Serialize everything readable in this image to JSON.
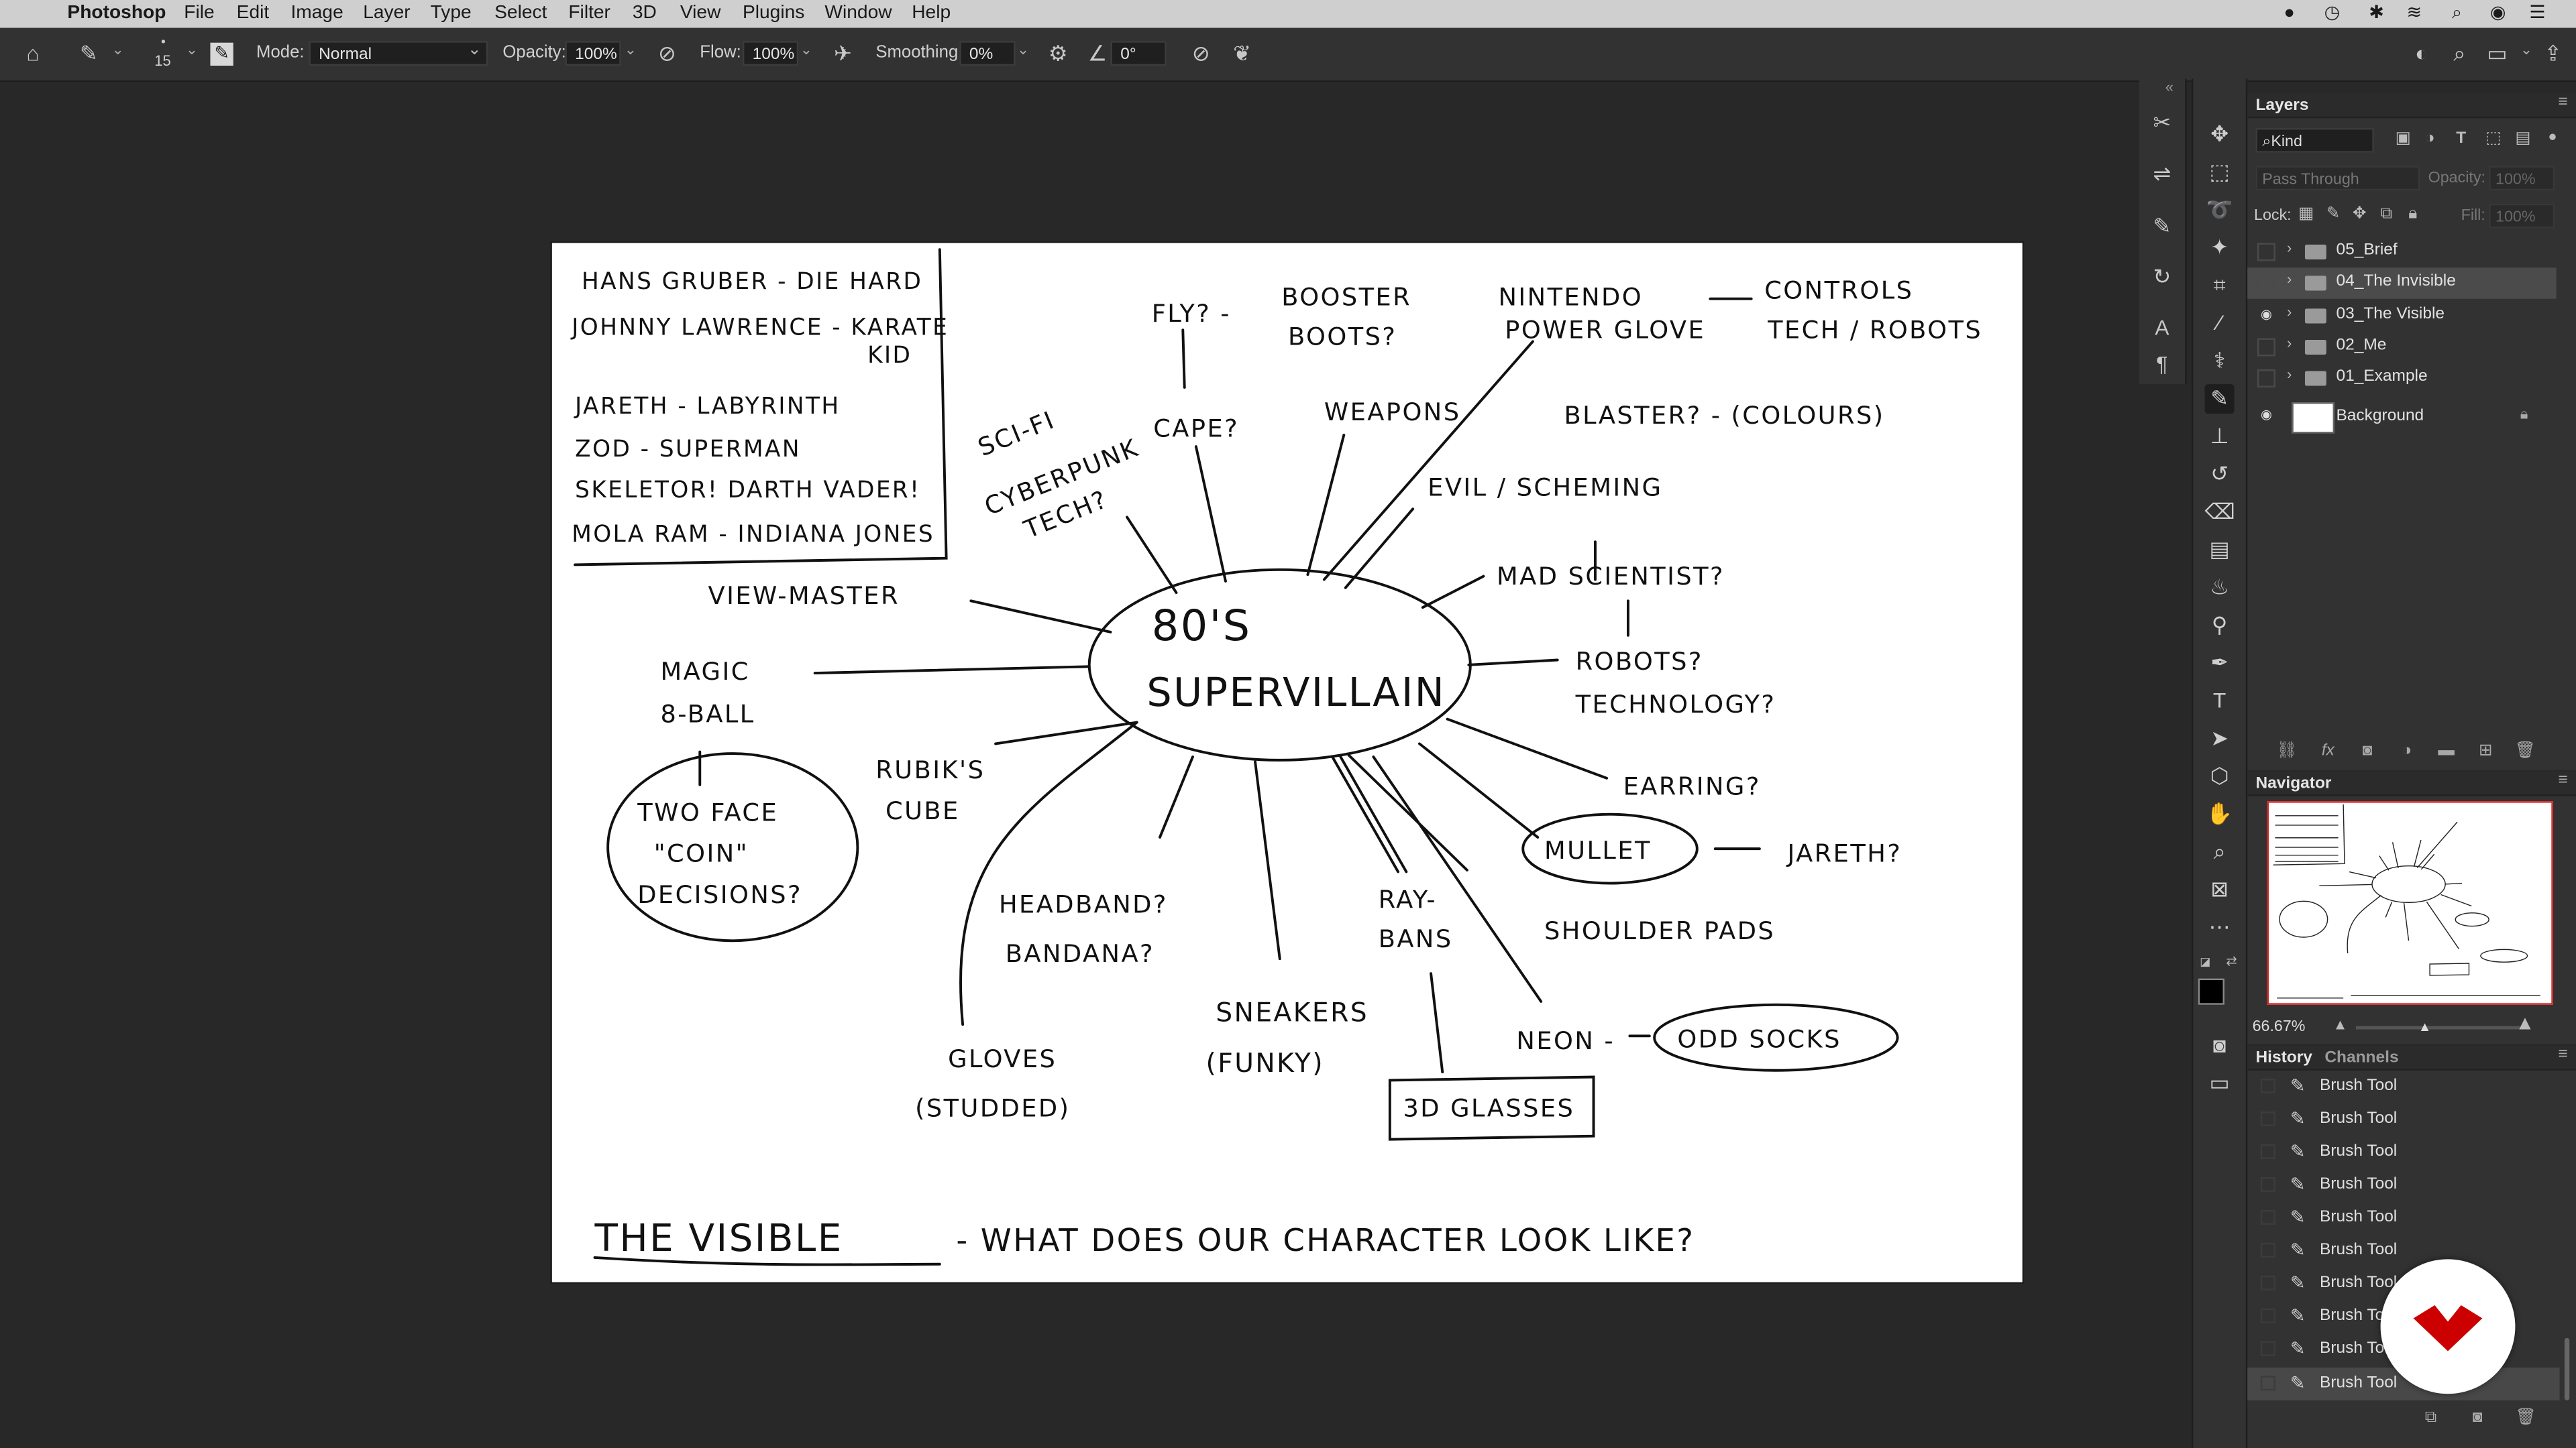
{
  "menubar": {
    "app": "Photoshop",
    "items": [
      "File",
      "Edit",
      "Image",
      "Layer",
      "Type",
      "Select",
      "Filter",
      "3D",
      "View",
      "Plugins",
      "Window",
      "Help"
    ]
  },
  "options": {
    "brush_size": "15",
    "mode_label": "Mode:",
    "mode_value": "Normal",
    "opacity_label": "Opacity:",
    "opacity_value": "100%",
    "flow_label": "Flow:",
    "flow_value": "100%",
    "smoothing_label": "Smoothing:",
    "smoothing_value": "0%",
    "angle_value": "0°"
  },
  "layers_panel": {
    "title": "Layers",
    "kind_label": "Kind",
    "blend_mode": "Pass Through",
    "opacity_label": "Opacity:",
    "opacity_value": "100%",
    "lock_label": "Lock:",
    "fill_label": "Fill:",
    "fill_value": "100%",
    "layers": [
      {
        "name": "05_Brief",
        "type": "group",
        "visible": false,
        "selected": false
      },
      {
        "name": "04_The Invisible",
        "type": "group",
        "visible": false,
        "selected": true
      },
      {
        "name": "03_The Visible",
        "type": "group",
        "visible": true,
        "selected": false
      },
      {
        "name": "02_Me",
        "type": "group",
        "visible": false,
        "selected": false
      },
      {
        "name": "01_Example",
        "type": "group",
        "visible": false,
        "selected": false
      },
      {
        "name": "Background",
        "type": "background",
        "visible": true,
        "selected": false
      }
    ]
  },
  "navigator": {
    "title": "Navigator",
    "zoom": "66.67%"
  },
  "history_panel": {
    "tab_history": "History",
    "tab_channels": "Channels",
    "steps": [
      "Brush Tool",
      "Brush Tool",
      "Brush Tool",
      "Brush Tool",
      "Brush Tool",
      "Brush Tool",
      "Brush Tool",
      "Brush Tool",
      "Brush Tool",
      "Brush Tool"
    ]
  },
  "canvas": {
    "villains": [
      "HANS GRUBER - DIE HARD",
      "JOHNNY LAWRENCE - KARATE",
      "KID",
      "JARETH - LABYRINTH",
      "ZOD - SUPERMAN",
      "SKELETOR! DARTH VADER!",
      "MOLA RAM - INDIANA JONES"
    ],
    "center": [
      "80'S",
      "SUPERVILLAIN"
    ],
    "nodes": {
      "fly": "FLY? -",
      "booster": [
        "BOOSTER",
        "BOOTS?"
      ],
      "nintendo": [
        "NINTENDO",
        "POWER GLOVE"
      ],
      "controls": [
        "CONTROLS",
        "TECH / ROBOTS"
      ],
      "scifi": [
        "SCI-FI",
        "CYBERPUNK",
        "TECH?"
      ],
      "cape": "CAPE?",
      "weapons": "WEAPONS",
      "blaster": "BLASTER? - (COLOURS)",
      "evil": "EVIL / SCHEMING",
      "viewmaster": "VIEW-MASTER",
      "mad": "MAD SCIENTIST?",
      "magic": [
        "MAGIC",
        "8-BALL"
      ],
      "robots": [
        "ROBOTS?",
        "TECHNOLOGY?"
      ],
      "rubiks": [
        "RUBIK'S",
        "CUBE"
      ],
      "earring": "EARRING?",
      "twoface": [
        "TWO FACE",
        "\"COIN\"",
        "DECISIONS?"
      ],
      "mullet": "MULLET",
      "jareth": "JARETH?",
      "headband": [
        "HEADBAND?",
        "BANDANA?"
      ],
      "raybans": [
        "RAY-",
        "BANS"
      ],
      "shoulder": "SHOULDER PADS",
      "sneakers": [
        "SNEAKERS",
        "(FUNKY)"
      ],
      "neon": "NEON -",
      "oddsocks": "ODD SOCKS",
      "gloves": [
        "GLOVES",
        "(STUDDED)"
      ],
      "glasses": "3D GLASSES"
    },
    "footer_title": "THE VISIBLE",
    "footer_rest": "- WHAT DOES OUR CHARACTER LOOK LIKE?"
  },
  "colors": {
    "ui_dark": "#282828",
    "panel": "#323232",
    "selected_layer": "#4b4b4b",
    "navigator_frame": "#dd2222",
    "watermark": "#cc0000"
  }
}
